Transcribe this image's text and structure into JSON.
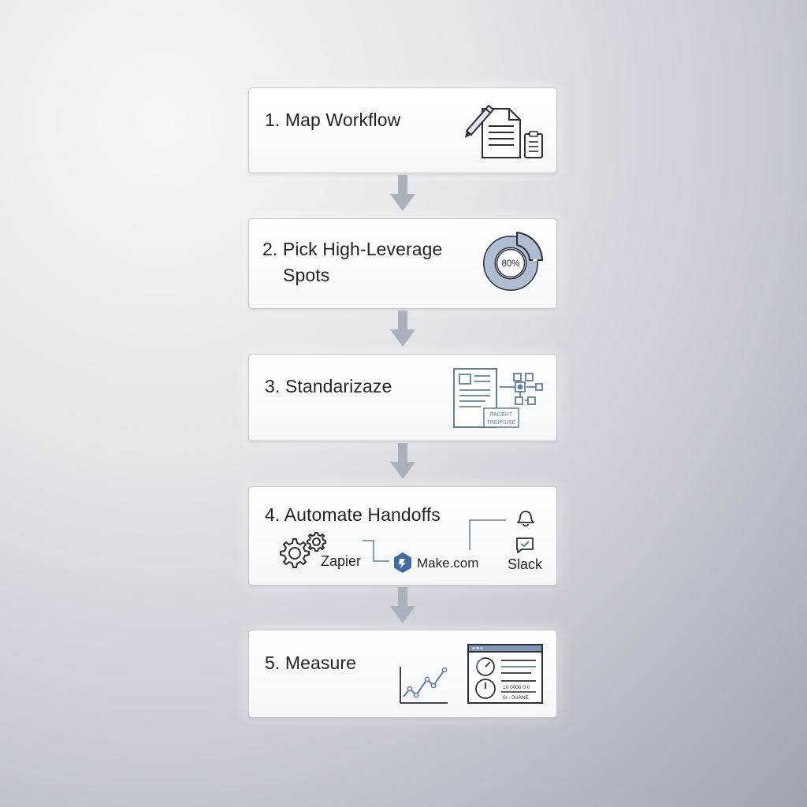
{
  "steps": [
    {
      "number": "1.",
      "title": "Map Workflow"
    },
    {
      "number": "2.",
      "title_line1": "Pick High-Leverage",
      "title_line2": "Spots",
      "donut_label": "80%",
      "donut_percent": 80
    },
    {
      "number": "3.",
      "title": "Standarizaze",
      "template_badge_line1": "PAGEHT",
      "template_badge_line2": "TREIPIUSE"
    },
    {
      "number": "4.",
      "title": "Automate Handoffs",
      "tools": {
        "zapier": "Zapier",
        "make": "Make.com",
        "slack": "Slack"
      }
    },
    {
      "number": "5.",
      "title": "Measure",
      "dashboard_row1": "10 0000 0.0",
      "dashboard_row2": "0/ - 0UANE"
    }
  ],
  "colors": {
    "accent_blue": "#5f7fa6",
    "icon_dark": "#2b2f36",
    "donut_fill": "#aebdd1",
    "arrow": "#a9b0ba"
  },
  "icons": [
    "pen-icon",
    "document-icon",
    "clipboard-icon",
    "donut-chart-icon",
    "template-document-icon",
    "flow-network-icon",
    "gears-icon",
    "make-logo-icon",
    "bell-icon",
    "chat-check-icon",
    "line-chart-icon",
    "dashboard-window-icon"
  ]
}
